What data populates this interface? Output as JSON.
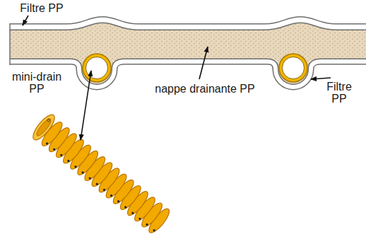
{
  "diagram": {
    "labels": [
      "Filtre PP",
      "mini-drain PP",
      "nappe drainante PP",
      "Filtre PP"
    ]
  }
}
